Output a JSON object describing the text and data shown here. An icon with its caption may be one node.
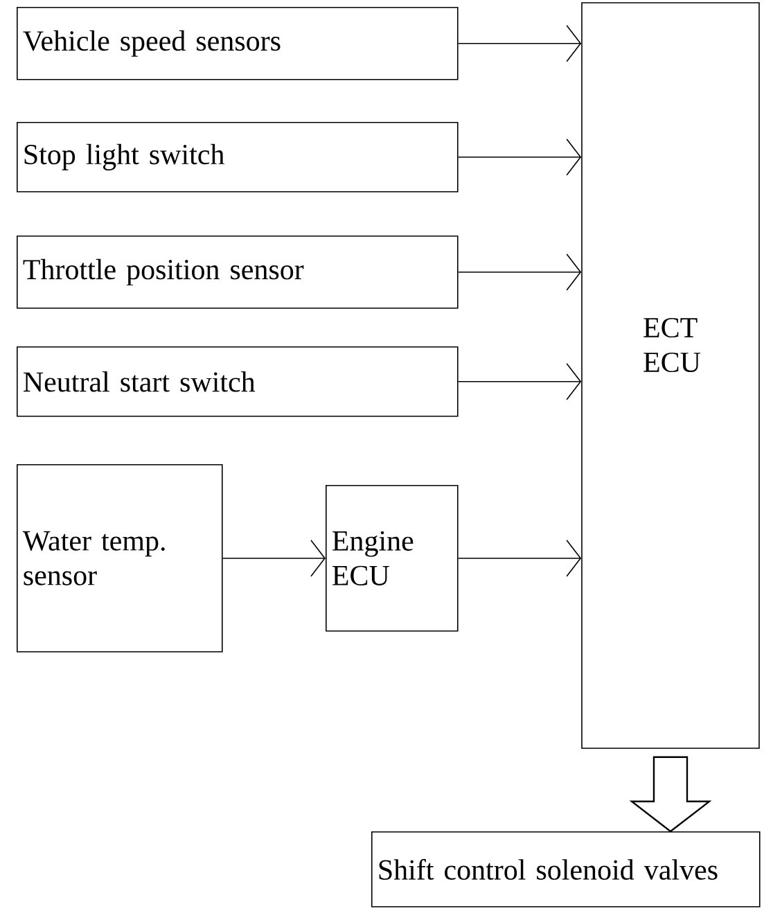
{
  "diagram": {
    "nodes": [
      {
        "text": [
          "Vehicle speed sensors"
        ]
      },
      {
        "text": [
          "Stop light switch"
        ]
      },
      {
        "text": [
          "Throttle position sensor"
        ]
      },
      {
        "text": [
          "Neutral start switch"
        ]
      },
      {
        "text": [
          "Water temp. sensor"
        ]
      },
      {
        "text": [
          "Engine ECU"
        ]
      },
      {
        "text": [
          "ECT ECU"
        ]
      },
      {
        "text": [
          "Shift control solenoid valves"
        ]
      }
    ],
    "edges": [
      {
        "from": 0,
        "to": 6,
        "arrow": "to"
      },
      {
        "from": 1,
        "to": 6,
        "arrow": "to"
      },
      {
        "from": 2,
        "to": 6,
        "arrow": "to"
      },
      {
        "from": 3,
        "to": 6,
        "arrow": "to"
      },
      {
        "from": 4,
        "to": 5,
        "arrow": "to"
      },
      {
        "from": 5,
        "to": 6,
        "arrow": "to"
      },
      {
        "from": 6,
        "to": 7,
        "arrow": "to",
        "style": "thick"
      }
    ]
  }
}
